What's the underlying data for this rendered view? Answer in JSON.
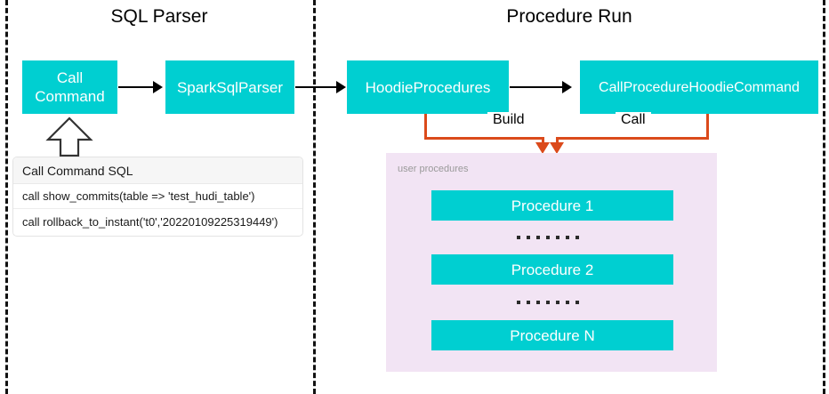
{
  "diagram": {
    "sections": [
      {
        "id": "sql-parser",
        "title": "SQL Parser"
      },
      {
        "id": "procedure-run",
        "title": "Procedure Run"
      }
    ],
    "nodes": {
      "call_command": "Call\nCommand",
      "call_command_line1": "Call",
      "call_command_line2": "Command",
      "spark_sql_parser": "SparkSqlParser",
      "hoodie_procedures": "HoodieProcedures",
      "call_procedure_hoodie_command": "CallProcedureHoodieCommand"
    },
    "edge_labels": {
      "build": "Build",
      "call": "Call"
    },
    "sql_table": {
      "header": "Call Command SQL",
      "rows": [
        "call show_commits(table => 'test_hudi_table')",
        "call rollback_to_instant('t0','20220109225319449')"
      ]
    },
    "user_procedures_panel": {
      "label": "user procedures",
      "items": [
        "Procedure 1",
        "Procedure 2",
        "Procedure N"
      ],
      "ellipsis_dot_count": 7
    },
    "colors": {
      "teal": "#00CFD1",
      "orange": "#DB4A1B",
      "purple_panel": "#F2E4F4",
      "divider": "#111111",
      "node_text": "#FFFFFF",
      "panel_label": "#9A9A9A"
    }
  }
}
